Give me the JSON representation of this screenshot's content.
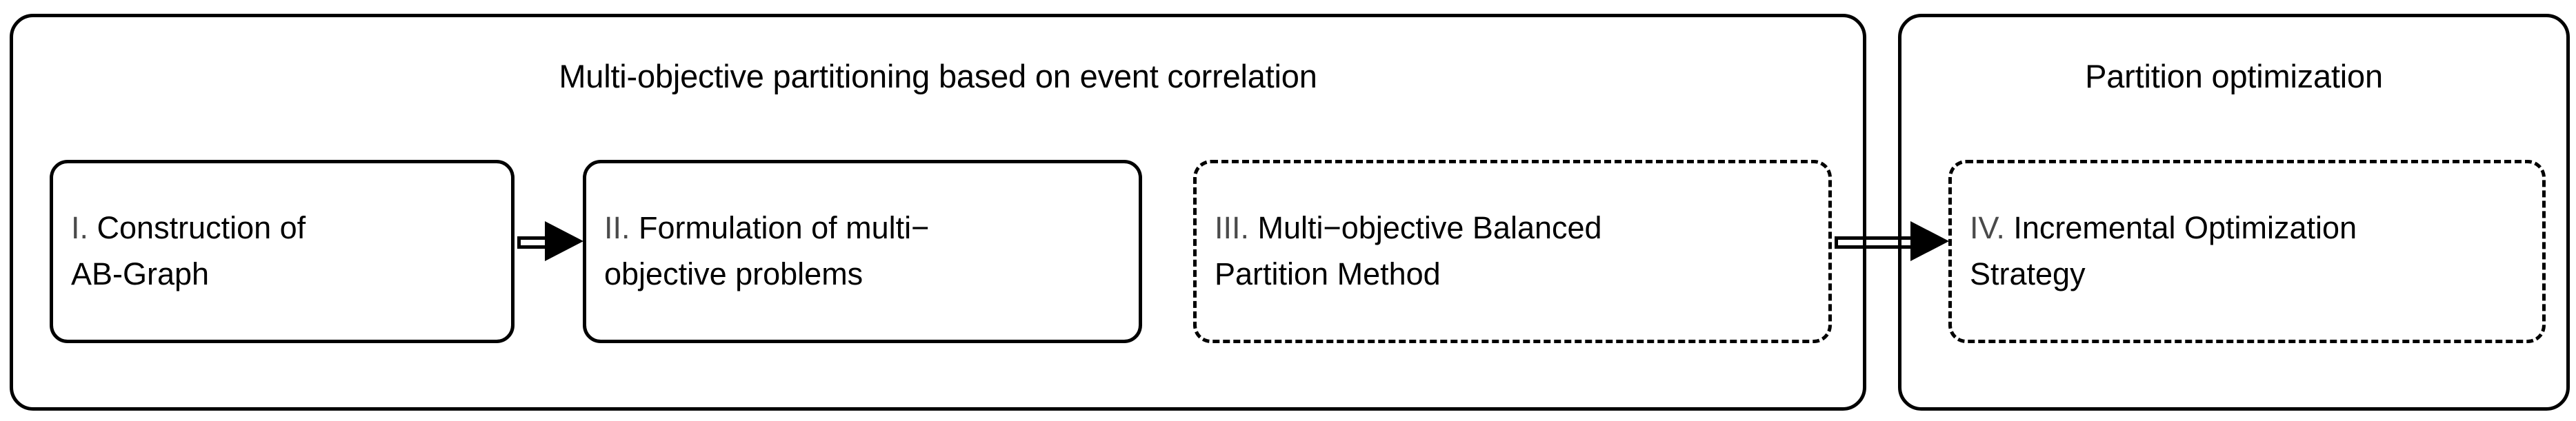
{
  "diagram": {
    "panels": [
      {
        "id": "multi-objective-partitioning",
        "title": "Multi-objective partitioning based on event correlation",
        "border_style": "solid",
        "border_color": "#000000"
      },
      {
        "id": "partition-optimization",
        "title": "Partition optimization",
        "border_style": "solid",
        "border_color": "#000000"
      }
    ],
    "steps": [
      {
        "numeral": "I.",
        "line1": " Construction of",
        "line2": "AB-Graph",
        "border_style": "solid",
        "panel": "multi-objective-partitioning"
      },
      {
        "numeral": "II.",
        "line1": " Formulation of multi−",
        "line2": "objective problems",
        "border_style": "solid",
        "panel": "multi-objective-partitioning"
      },
      {
        "numeral": "III.",
        "line1": " Multi−objective Balanced",
        "line2": "Partition Method",
        "border_style": "dashed",
        "panel": "multi-objective-partitioning"
      },
      {
        "numeral": "IV.",
        "line1": " Incremental Optimization",
        "line2": "Strategy",
        "border_style": "dashed",
        "panel": "partition-optimization"
      }
    ],
    "arrows": [
      {
        "id": "arrow-step1-to-step2",
        "from": "I.",
        "to": "II.",
        "style": "double-line-solid-head"
      },
      {
        "id": "arrow-step3-to-step4",
        "from": "III.",
        "to": "IV.",
        "style": "double-line-solid-head"
      }
    ],
    "colors": {
      "stroke": "#000000",
      "text": "#000000",
      "numeral": "#4a4a4a",
      "background": "#ffffff"
    }
  }
}
